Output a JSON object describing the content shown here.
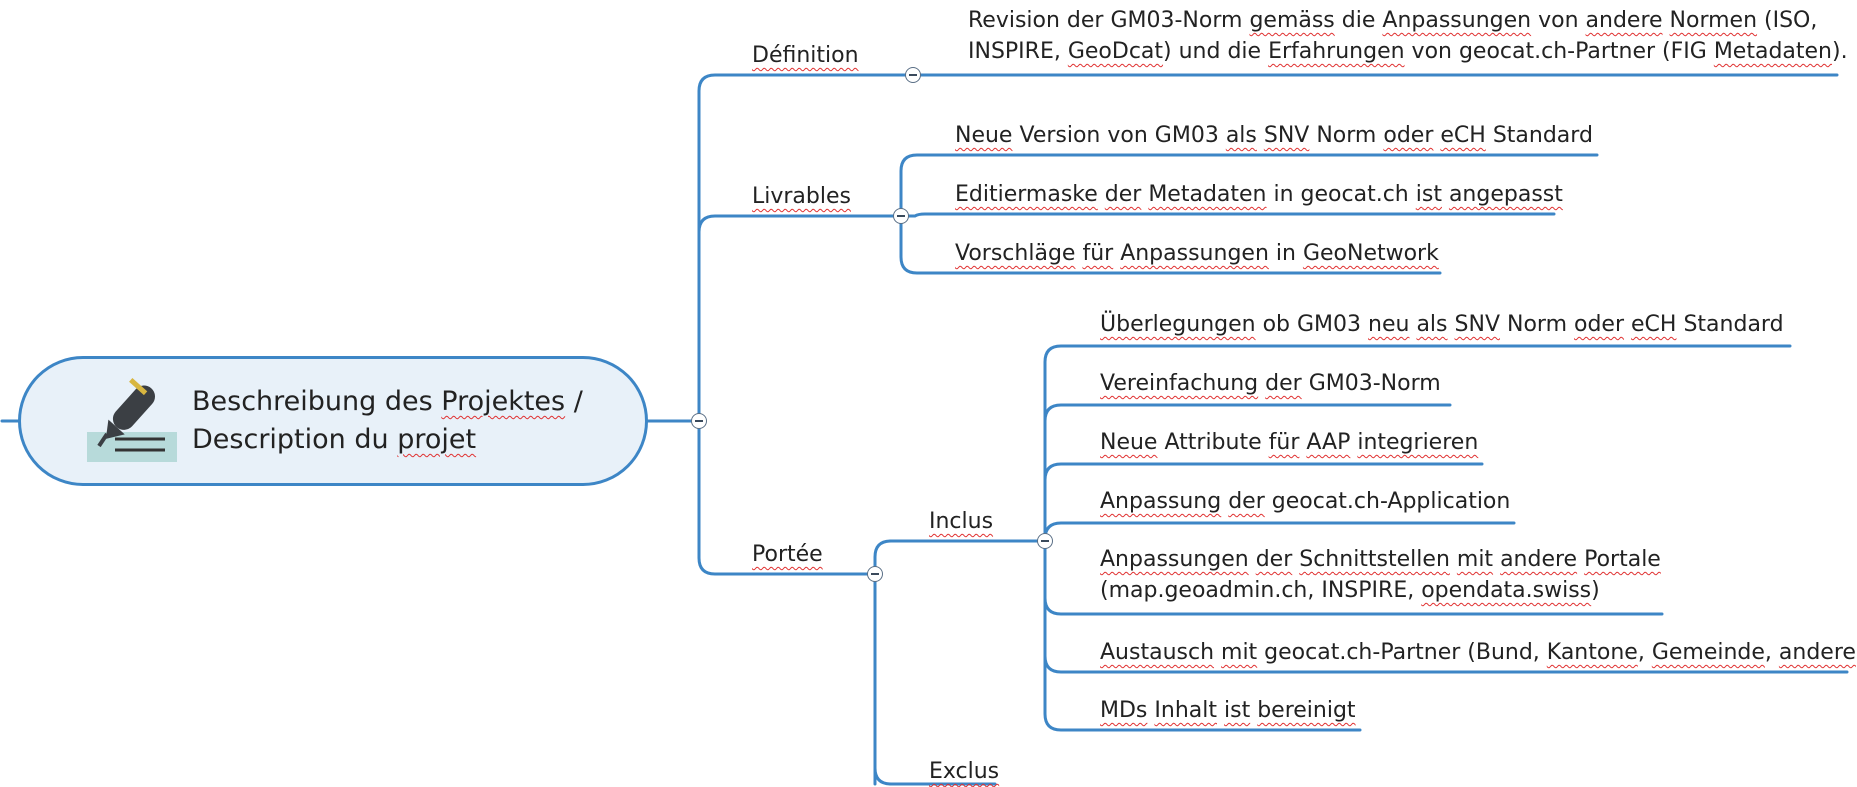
{
  "root": {
    "line1_parts": [
      {
        "t": "Beschreibung des "
      },
      {
        "t": "Projektes",
        "sp": true
      },
      {
        "t": " /"
      }
    ],
    "line2_parts": [
      {
        "t": "Description du "
      },
      {
        "t": "projet",
        "sp": true
      }
    ],
    "icon": "pen-sign-icon"
  },
  "branches": {
    "definition": {
      "label": "Définition",
      "children": [
        {
          "lines": [
            [
              {
                "t": "Revision der GM03-Norm "
              },
              {
                "t": "gemäss",
                "sp": true
              },
              {
                "t": " die "
              },
              {
                "t": "Anpassungen",
                "sp": true
              },
              {
                "t": " von "
              },
              {
                "t": "andere",
                "sp": true
              },
              {
                "t": " "
              },
              {
                "t": "Normen",
                "sp": true
              },
              {
                "t": " (ISO,"
              }
            ],
            [
              {
                "t": "INSPIRE, "
              },
              {
                "t": "GeoDcat",
                "sp": true
              },
              {
                "t": ") und die "
              },
              {
                "t": "Erfahrungen",
                "sp": true
              },
              {
                "t": " von geocat.ch-Partner (FIG "
              },
              {
                "t": "Metadaten",
                "sp": true
              },
              {
                "t": ")."
              }
            ]
          ]
        }
      ]
    },
    "livrables": {
      "label": "Livrables",
      "children": [
        {
          "lines": [
            [
              {
                "t": "Neue",
                "sp": true
              },
              {
                "t": " Version von GM03 "
              },
              {
                "t": "als",
                "sp": true
              },
              {
                "t": " "
              },
              {
                "t": "SNV",
                "sp": true
              },
              {
                "t": " Norm "
              },
              {
                "t": "oder",
                "sp": true
              },
              {
                "t": " "
              },
              {
                "t": "eCH",
                "sp": true
              },
              {
                "t": " Standard"
              }
            ]
          ]
        },
        {
          "lines": [
            [
              {
                "t": "Editiermaske",
                "sp": true
              },
              {
                "t": " "
              },
              {
                "t": "der",
                "sp": true
              },
              {
                "t": " "
              },
              {
                "t": "Metadaten",
                "sp": true
              },
              {
                "t": " in geocat.ch "
              },
              {
                "t": "ist",
                "sp": true
              },
              {
                "t": " "
              },
              {
                "t": "angepasst",
                "sp": true
              }
            ]
          ]
        },
        {
          "lines": [
            [
              {
                "t": "Vorschläge",
                "sp": true
              },
              {
                "t": " "
              },
              {
                "t": "für",
                "sp": true
              },
              {
                "t": " "
              },
              {
                "t": "Anpassungen",
                "sp": true
              },
              {
                "t": " in "
              },
              {
                "t": "GeoNetwork",
                "sp": true
              }
            ]
          ]
        }
      ]
    },
    "portee": {
      "label": "Portée",
      "children": {
        "inclus": {
          "label": "Inclus",
          "children": [
            {
              "lines": [
                [
                  {
                    "t": "Überlegungen",
                    "sp": true
                  },
                  {
                    "t": " ob GM03 "
                  },
                  {
                    "t": "neu",
                    "sp": true
                  },
                  {
                    "t": " "
                  },
                  {
                    "t": "als",
                    "sp": true
                  },
                  {
                    "t": " "
                  },
                  {
                    "t": "SNV",
                    "sp": true
                  },
                  {
                    "t": " Norm "
                  },
                  {
                    "t": "oder",
                    "sp": true
                  },
                  {
                    "t": " "
                  },
                  {
                    "t": "eCH",
                    "sp": true
                  },
                  {
                    "t": " Standard"
                  }
                ]
              ]
            },
            {
              "lines": [
                [
                  {
                    "t": "Vereinfachung",
                    "sp": true
                  },
                  {
                    "t": " "
                  },
                  {
                    "t": "der",
                    "sp": true
                  },
                  {
                    "t": " GM03-Norm"
                  }
                ]
              ]
            },
            {
              "lines": [
                [
                  {
                    "t": "Neue",
                    "sp": true
                  },
                  {
                    "t": " Attribute "
                  },
                  {
                    "t": "für",
                    "sp": true
                  },
                  {
                    "t": " "
                  },
                  {
                    "t": "AAP",
                    "sp": true
                  },
                  {
                    "t": " "
                  },
                  {
                    "t": "integrieren",
                    "sp": true
                  }
                ]
              ]
            },
            {
              "lines": [
                [
                  {
                    "t": "Anpassung",
                    "sp": true
                  },
                  {
                    "t": " "
                  },
                  {
                    "t": "der",
                    "sp": true
                  },
                  {
                    "t": " geocat.ch-Application"
                  }
                ]
              ]
            },
            {
              "lines": [
                [
                  {
                    "t": "Anpassungen",
                    "sp": true
                  },
                  {
                    "t": " "
                  },
                  {
                    "t": "der",
                    "sp": true
                  },
                  {
                    "t": " "
                  },
                  {
                    "t": "Schnittstellen",
                    "sp": true
                  },
                  {
                    "t": " "
                  },
                  {
                    "t": "mit",
                    "sp": true
                  },
                  {
                    "t": " "
                  },
                  {
                    "t": "andere",
                    "sp": true
                  },
                  {
                    "t": " "
                  },
                  {
                    "t": "Portale",
                    "sp": true
                  }
                ],
                [
                  {
                    "t": "(map.geoadmin.ch, INSPIRE, "
                  },
                  {
                    "t": "opendata.swiss",
                    "sp": true
                  },
                  {
                    "t": ")"
                  }
                ]
              ]
            },
            {
              "lines": [
                [
                  {
                    "t": "Austausch",
                    "sp": true
                  },
                  {
                    "t": " "
                  },
                  {
                    "t": "mit",
                    "sp": true
                  },
                  {
                    "t": " geocat.ch-Partner (Bund, "
                  },
                  {
                    "t": "Kantone",
                    "sp": true
                  },
                  {
                    "t": ", "
                  },
                  {
                    "t": "Gemeinde",
                    "sp": true
                  },
                  {
                    "t": ", "
                  },
                  {
                    "t": "andere",
                    "sp": true
                  },
                  {
                    "t": ")"
                  }
                ]
              ]
            },
            {
              "lines": [
                [
                  {
                    "t": "MDs",
                    "sp": true
                  },
                  {
                    "t": " "
                  },
                  {
                    "t": "Inhalt",
                    "sp": true
                  },
                  {
                    "t": " "
                  },
                  {
                    "t": "ist",
                    "sp": true
                  },
                  {
                    "t": " "
                  },
                  {
                    "t": "bereinigt",
                    "sp": true
                  }
                ]
              ]
            }
          ]
        },
        "exclus": {
          "label": "Exclus"
        }
      }
    }
  },
  "colors": {
    "connector": "#3d86c6",
    "root_fill": "#e8f1f9",
    "text": "#222222",
    "spell_underline": "#e03030"
  }
}
